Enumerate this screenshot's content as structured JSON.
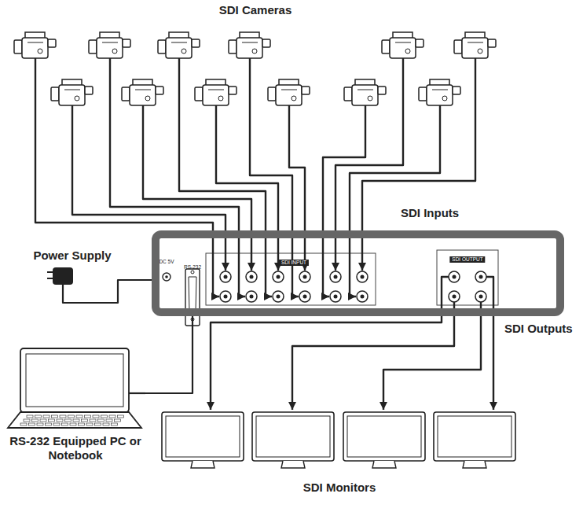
{
  "diagram": {
    "nodes": [
      {
        "text": [
          "Power Supply"
        ]
      },
      {
        "text": [
          "DC 5V",
          "RS-232",
          "SDI INPUT",
          "SDI OUTPUT"
        ]
      },
      {
        "text": [
          "RS-232 Equipped PC or Notebook"
        ]
      }
    ],
    "edges": [
      {
        "from": 0,
        "to": 1,
        "arrow": "none"
      },
      {
        "from": 2,
        "to": 1,
        "arrow": "none"
      }
    ],
    "labels": [
      "SDI Cameras",
      "SDI Inputs",
      "SDI Outputs",
      "SDI Monitors"
    ]
  }
}
